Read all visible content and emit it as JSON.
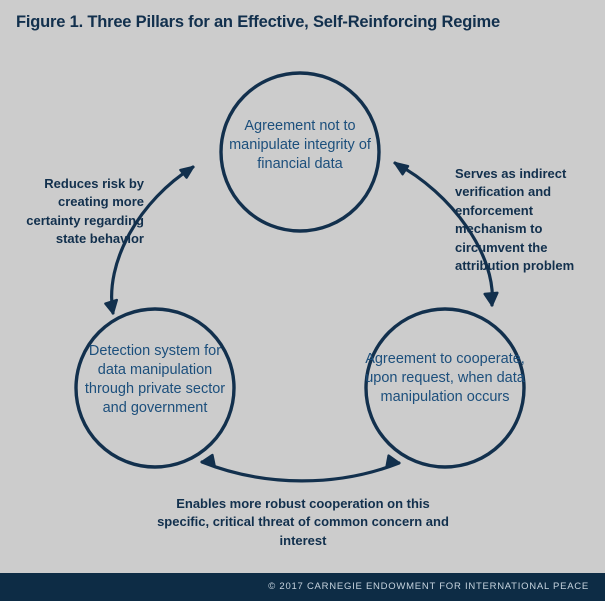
{
  "figure": {
    "title": "Figure 1. Three Pillars for an Effective, Self-Reinforcing Regime"
  },
  "colors": {
    "background": "#cccccc",
    "stroke": "#12304d",
    "node_text": "#1c4f7c",
    "caption_text": "#12304d",
    "footer_background": "#0d2c45",
    "footer_text": "#c6d3de"
  },
  "nodes": {
    "top": {
      "id": "agreement-not-to-manipulate",
      "label": "Agreement not to manipulate integrity of financial data"
    },
    "left": {
      "id": "detection-system",
      "label": "Detection system for data manipulation through private sector and government"
    },
    "right": {
      "id": "agreement-to-cooperate",
      "label": "Agreement to cooperate, upon request, when data manipulation occurs"
    }
  },
  "connectors": {
    "left": {
      "from": "detection-system",
      "to": "agreement-not-to-manipulate",
      "direction": "bidirectional",
      "caption": "Reduces risk by creating more certainty regarding state behavior"
    },
    "right": {
      "from": "agreement-not-to-manipulate",
      "to": "agreement-to-cooperate",
      "direction": "bidirectional",
      "caption": "Serves as indirect verification and enforcement mechanism to circumvent the attribution problem"
    },
    "bottom": {
      "from": "detection-system",
      "to": "agreement-to-cooperate",
      "direction": "bidirectional",
      "caption": "Enables more robust cooperation on this specific, critical threat of common concern and interest"
    }
  },
  "footer": {
    "copyright": "© 2017 CARNEGIE ENDOWMENT FOR INTERNATIONAL PEACE"
  }
}
